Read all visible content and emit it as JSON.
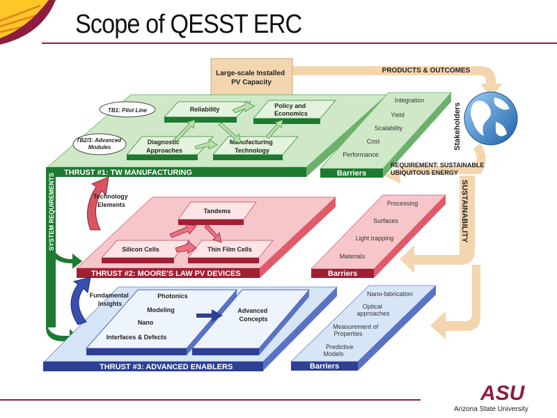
{
  "slide": {
    "title": "Scope of QESST ERC"
  },
  "outputs": {
    "capacity": [
      "Large-scale Installed",
      "PV Capacity"
    ],
    "products_outcomes": "PRODUCTS & OUTCOMES",
    "stakeholders": "Stakeholders",
    "requirement": [
      "REQUIREMENT: SUSTAINABLE",
      "UBIQUITOUS ENERGY"
    ],
    "sustainability": "SUSTAINABILITY",
    "system_requirements": "SYSTEM REQUIREMENTS"
  },
  "thrust1": {
    "label": "THRUST #1: TW MANUFACTURING",
    "tb1": "TB1: Pilot Line",
    "tb23": [
      "TB2/3: Advanced",
      "Modules"
    ],
    "reliability": "Reliability",
    "policy": [
      "Policy and",
      "Economics"
    ],
    "diagnostic": [
      "Diagnostic",
      "Approaches"
    ],
    "manufacturing": [
      "Manufacturing",
      "Technology"
    ],
    "barriers_label": "Barriers",
    "barriers": [
      "Integration",
      "Yield",
      "Scalability",
      "Cost",
      "Performance"
    ]
  },
  "thrust2": {
    "label": "THRUST #2: MOORE'S LAW PV DEVICES",
    "tech_elements": [
      "Technology",
      "Elements"
    ],
    "tandems": "Tandems",
    "silicon": "Silicon Cells",
    "thinfilm": "Thin Film Cells",
    "barriers_label": "Barriers",
    "barriers": [
      "Processing",
      "Surfaces",
      "Light trapping",
      "Materials"
    ]
  },
  "thrust3": {
    "label": "THRUST #3: ADVANCED ENABLERS",
    "fundamental": [
      "Fundamental",
      "Insights"
    ],
    "photonics": "Photonics",
    "modeling": "Modeling",
    "nano": "Nano",
    "interfaces": "Interfaces & Defects",
    "advanced": [
      "Advanced",
      "Concepts"
    ],
    "barriers_label": "Barriers",
    "barriers": [
      [
        "Nano-fabrication"
      ],
      [
        "Optical",
        "approaches"
      ],
      [
        "Measurement of",
        "Properties"
      ],
      [
        "Predictive",
        "Models"
      ]
    ]
  },
  "logo": {
    "mark": "ASU",
    "name": "Arizona State University"
  },
  "colors": {
    "maroon": "#8c1d40",
    "gold": "#ffc627",
    "green_plane": "#cfe9c8",
    "green_dark": "#1e7a30",
    "red_plane": "#f7c6cb",
    "red_dark": "#a11f32",
    "blue_plane": "#d7e6f7",
    "blue_dark": "#2e3f94",
    "tan": "#f3d6b0"
  }
}
